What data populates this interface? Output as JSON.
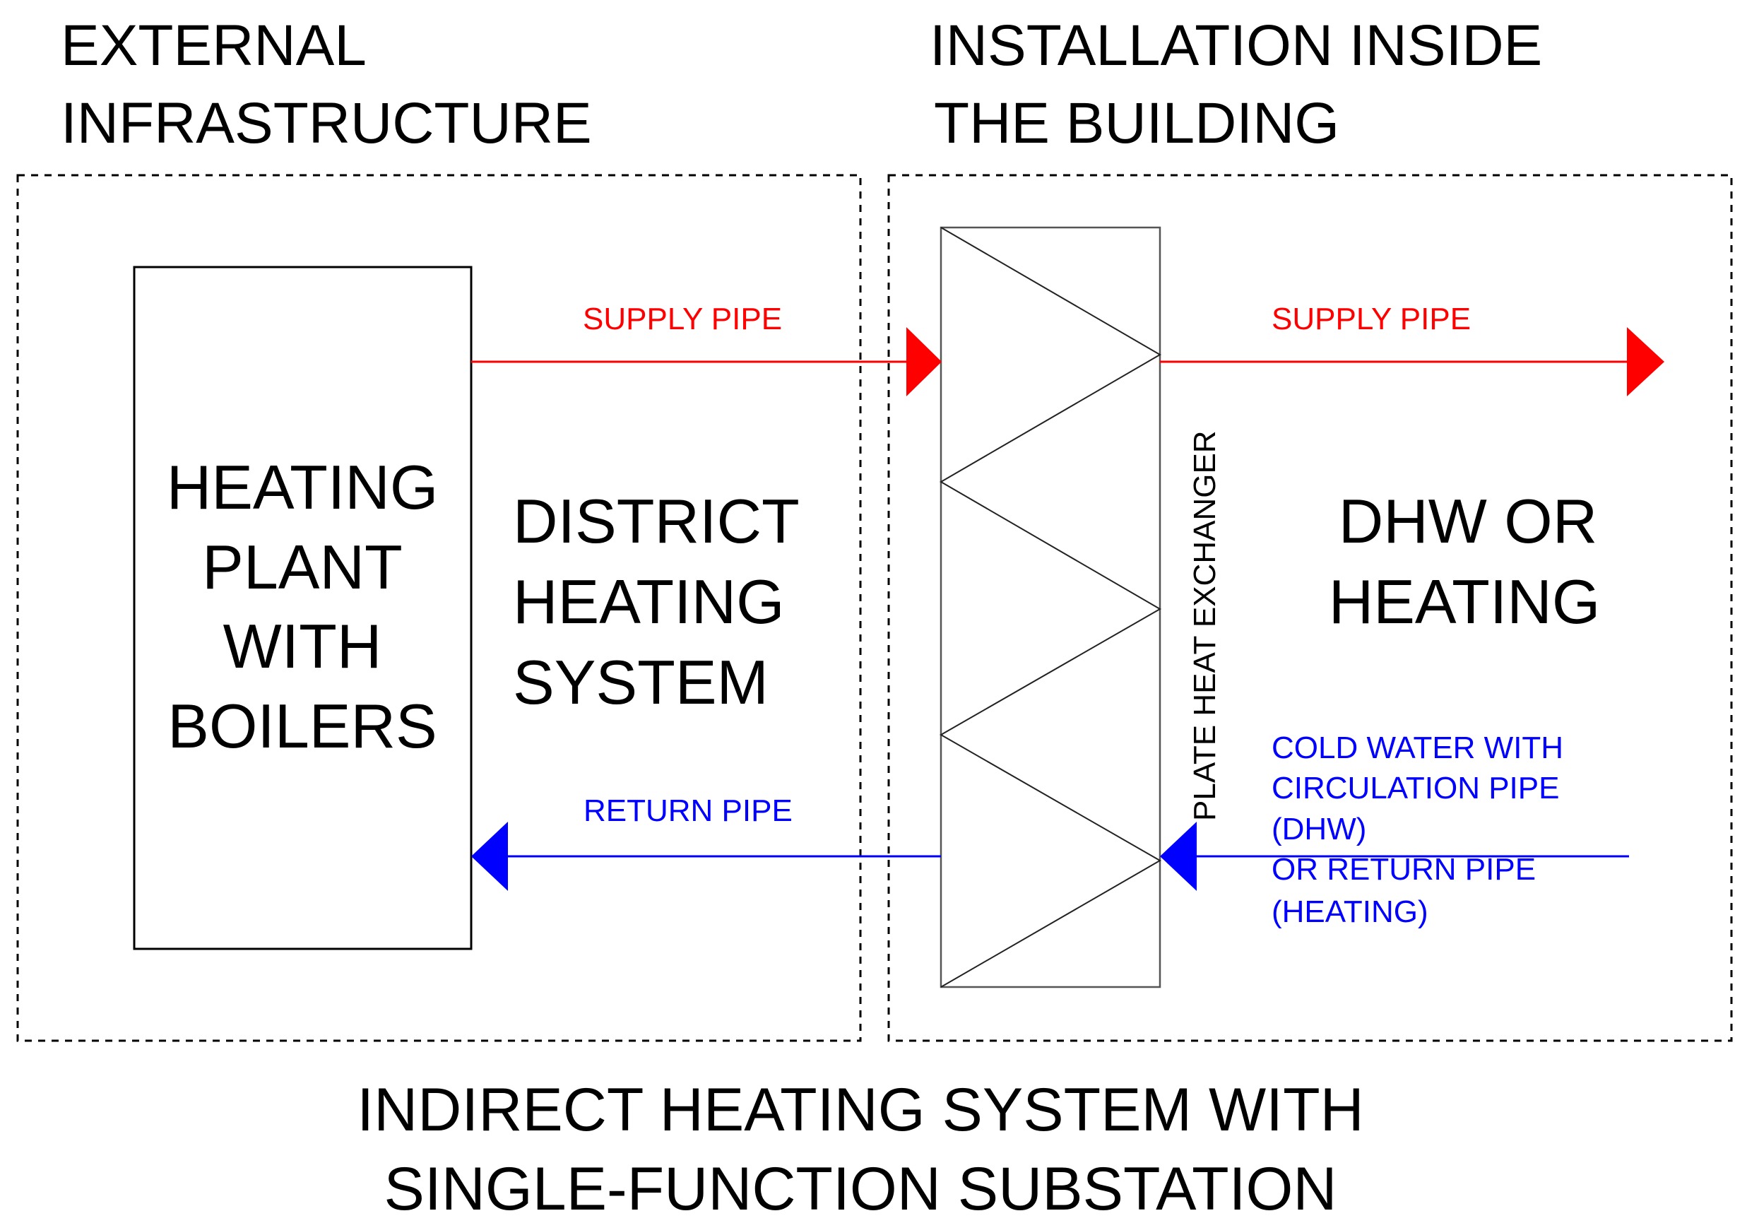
{
  "colors": {
    "supply": "#ff0000",
    "return": "#0000ff",
    "outline": "#000000"
  },
  "zones": {
    "external": {
      "line1": "EXTERNAL",
      "line2": "INFRASTRUCTURE"
    },
    "installation": {
      "line1": "INSTALLATION INSIDE",
      "line2": "THE BUILDING"
    }
  },
  "plant": {
    "lines": [
      "HEATING",
      "PLANT",
      "WITH",
      "BOILERS"
    ]
  },
  "district": {
    "lines": [
      "DISTRICT",
      "HEATING",
      "SYSTEM"
    ]
  },
  "consumer": {
    "lines": [
      "DHW OR",
      "HEATING"
    ]
  },
  "exchanger": {
    "label": "PLATE HEAT EXCHANGER"
  },
  "pipes": {
    "primary_supply": "SUPPLY PIPE",
    "primary_return": "RETURN PIPE",
    "secondary_supply": "SUPPLY PIPE",
    "secondary_return_lines": [
      "COLD WATER WITH",
      "CIRCULATION PIPE",
      "(DHW)",
      "OR RETURN PIPE",
      "(HEATING)"
    ]
  },
  "title": {
    "line1": "INDIRECT HEATING SYSTEM WITH",
    "line2": "SINGLE-FUNCTION SUBSTATION"
  }
}
